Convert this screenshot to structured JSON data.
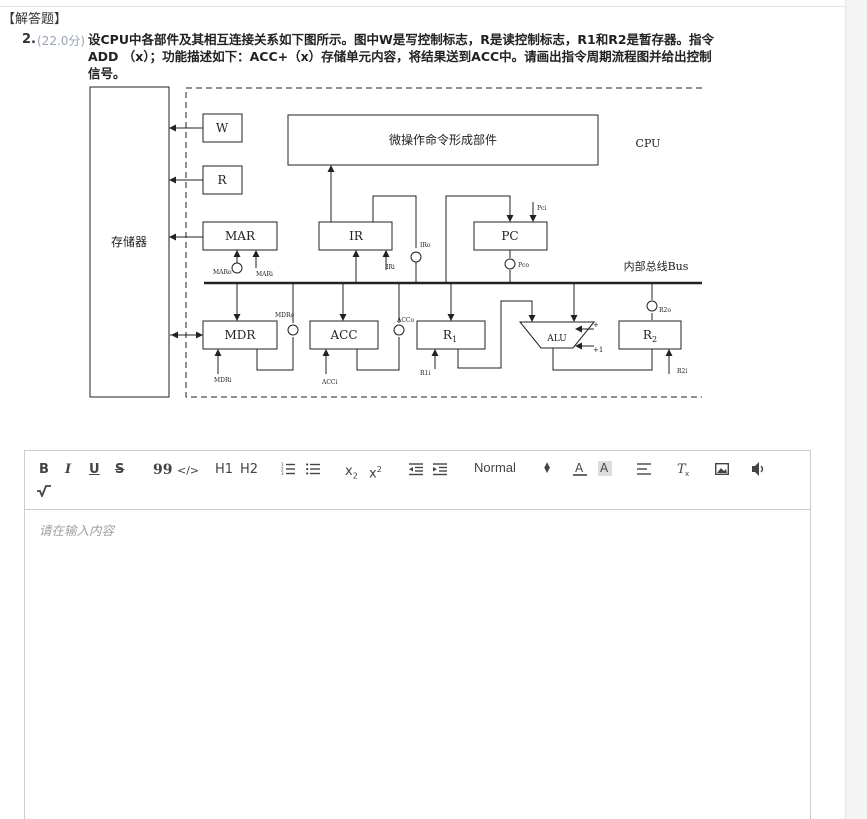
{
  "section_tag": "【解答题】",
  "question": {
    "number": "2.",
    "score": "(22.0分)",
    "text_lines": [
      "设CPU中各部件及其相互连接关系如下图所示。图中W是写控制标志，R是读控制标志，R1和R2是暂存器。指令",
      "ADD （x）；功能描述如下：ACC+（x）存储单元内容，将结果送到ACC中。请画出指令周期流程图并给出控制",
      "信号。"
    ]
  },
  "diagram": {
    "memory": "存储器",
    "w": "W",
    "r": "R",
    "micro_unit": "微操作命令形成部件",
    "cpu": "CPU",
    "mar": "MAR",
    "ir": "IR",
    "pc": "PC",
    "mdr": "MDR",
    "acc": "ACC",
    "r1": "R",
    "r1_sub": "1",
    "alu": "ALU",
    "r2": "R",
    "r2_sub": "2",
    "bus": "内部总线Bus",
    "sig_maro": "MARo",
    "sig_mari": "MARi",
    "sig_iro": "IRo",
    "sig_iri": "IRi",
    "sig_pci": "Pci",
    "sig_pco": "Pco",
    "sig_mdro": "MDRo",
    "sig_mdri": "MDRi",
    "sig_acco": "ACCo",
    "sig_acci": "ACCi",
    "sig_r1i": "R1i",
    "sig_r2o": "R2o",
    "sig_r2i": "R2i",
    "plus": "+",
    "plus1": "+1"
  },
  "editor": {
    "toolbar": {
      "bold": "B",
      "italic": "I",
      "underline": "U",
      "strike": "S",
      "quote": "99",
      "code": "</>",
      "h1": "H1",
      "h2": "H2",
      "sub": "X2",
      "sup": "X2",
      "header_select": "Normal"
    },
    "placeholder": "请在输入内容"
  }
}
